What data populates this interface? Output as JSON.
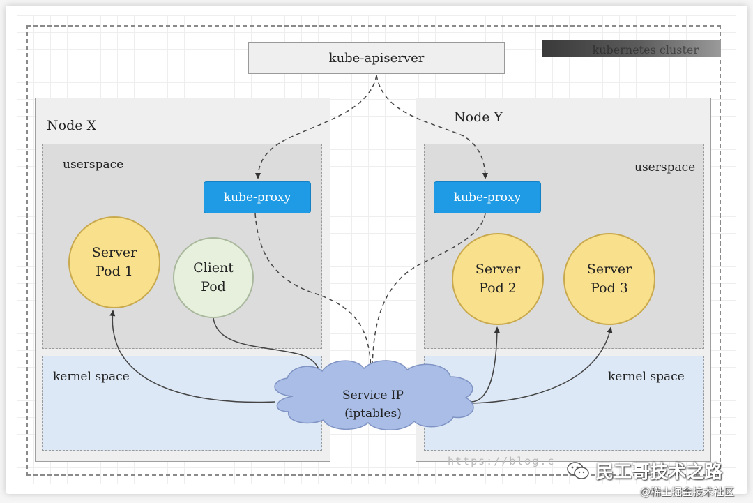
{
  "cluster": {
    "label": "kubernetes cluster",
    "apiserver_label": "kube-apiserver"
  },
  "node_x": {
    "title": "Node X",
    "userspace_label": "userspace",
    "kernel_label": "kernel space",
    "proxy_label": "kube-proxy",
    "server_pod": "Server\nPod 1",
    "client_pod": "Client\nPod"
  },
  "node_y": {
    "title": "Node Y",
    "userspace_label": "userspace",
    "kernel_label": "kernel space",
    "proxy_label": "kube-proxy",
    "server_pod_2": "Server\nPod 2",
    "server_pod_3": "Server\nPod 3"
  },
  "service": {
    "line1": "Service IP",
    "line2": "(iptables)"
  },
  "watermark": {
    "url_text": "https://blog.c",
    "brand": "民工哥技术之路",
    "site": "@稀土掘金技术社区"
  },
  "colors": {
    "proxy": "#1e9be4",
    "server_pod": "#f9e08c",
    "client_pod": "#e6f0dc",
    "kernel_space": "#dde8f6",
    "userspace": "#dcdcdc",
    "service_cloud": "#a9bde6"
  },
  "icons": [
    "wechat-icon"
  ]
}
